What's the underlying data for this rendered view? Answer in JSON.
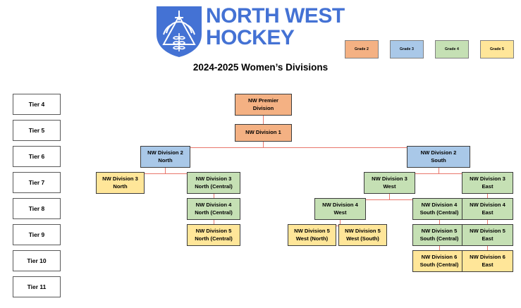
{
  "header": {
    "brand_line1": "NORTH WEST",
    "brand_line2": "HOCKEY",
    "brand_color": "#4472d4",
    "logo_icon": "shield-mountain-wheat-icon",
    "subtitle": "2024-2025 Women’s Divisions"
  },
  "legend": {
    "items": [
      {
        "label": "Grade 2",
        "color": "#f4b183"
      },
      {
        "label": "Grade 3",
        "color": "#a9c8e8"
      },
      {
        "label": "Grade 4",
        "color": "#c5e0b4"
      },
      {
        "label": "Grade 5",
        "color": "#ffe699"
      }
    ]
  },
  "tiers": [
    {
      "label": "Tier 4"
    },
    {
      "label": "Tier 5"
    },
    {
      "label": "Tier 6"
    },
    {
      "label": "Tier 7"
    },
    {
      "label": "Tier 8"
    },
    {
      "label": "Tier 9"
    },
    {
      "label": "Tier 10"
    },
    {
      "label": "Tier 11"
    }
  ],
  "chart_data": {
    "type": "diagram",
    "title": "2024-2025 Women’s Divisions",
    "nodes": [
      {
        "id": "premier",
        "label": "NW Premier Division",
        "line1": "NW Premier",
        "line2": "Division",
        "tier": "Tier 4",
        "grade": "Grade 2",
        "color": "#f4b183"
      },
      {
        "id": "div1",
        "label": "NW Division 1",
        "line1": "NW Division 1",
        "line2": "",
        "tier": "Tier 5",
        "grade": "Grade 2",
        "color": "#f4b183"
      },
      {
        "id": "div2n",
        "label": "NW Division 2 North",
        "line1": "NW Division 2",
        "line2": "North",
        "tier": "Tier 6",
        "grade": "Grade 3",
        "color": "#a9c8e8"
      },
      {
        "id": "div2s",
        "label": "NW Division 2 South",
        "line1": "NW Division 2",
        "line2": "South",
        "tier": "Tier 6",
        "grade": "Grade 3",
        "color": "#a9c8e8"
      },
      {
        "id": "div3n",
        "label": "NW Division 3 North",
        "line1": "NW Division 3",
        "line2": "North",
        "tier": "Tier 7",
        "grade": "Grade 5",
        "color": "#ffe699"
      },
      {
        "id": "div3nc",
        "label": "NW Division 3 North (Central)",
        "line1": "NW Division 3",
        "line2": "North (Central)",
        "tier": "Tier 7",
        "grade": "Grade 4",
        "color": "#c5e0b4"
      },
      {
        "id": "div4nc",
        "label": "NW Division 4 North (Central)",
        "line1": "NW Division 4",
        "line2": "North (Central)",
        "tier": "Tier 8",
        "grade": "Grade 4",
        "color": "#c5e0b4"
      },
      {
        "id": "div5nc",
        "label": "NW Division 5 North (Central)",
        "line1": "NW Division 5",
        "line2": "North (Central)",
        "tier": "Tier 9",
        "grade": "Grade 5",
        "color": "#ffe699"
      },
      {
        "id": "div3w",
        "label": "NW Division 3 West",
        "line1": "NW Division 3",
        "line2": "West",
        "tier": "Tier 7",
        "grade": "Grade 4",
        "color": "#c5e0b4"
      },
      {
        "id": "div3e",
        "label": "NW Division 3 East",
        "line1": "NW Division 3",
        "line2": "East",
        "tier": "Tier 7",
        "grade": "Grade 4",
        "color": "#c5e0b4"
      },
      {
        "id": "div4w",
        "label": "NW Division 4 West",
        "line1": "NW Division 4",
        "line2": "West",
        "tier": "Tier 8",
        "grade": "Grade 4",
        "color": "#c5e0b4"
      },
      {
        "id": "div4sc",
        "label": "NW Division 4 South (Central)",
        "line1": "NW Division 4",
        "line2": "South (Central)",
        "tier": "Tier 8",
        "grade": "Grade 4",
        "color": "#c5e0b4"
      },
      {
        "id": "div4e",
        "label": "NW Division 4 East",
        "line1": "NW Division 4",
        "line2": "East",
        "tier": "Tier 8",
        "grade": "Grade 4",
        "color": "#c5e0b4"
      },
      {
        "id": "div5wn",
        "label": "NW Division 5 West (North)",
        "line1": "NW Division 5",
        "line2": "West (North)",
        "tier": "Tier 9",
        "grade": "Grade 5",
        "color": "#ffe699"
      },
      {
        "id": "div5ws",
        "label": "NW Division 5 West (South)",
        "line1": "NW Division 5",
        "line2": "West (South)",
        "tier": "Tier 9",
        "grade": "Grade 5",
        "color": "#ffe699"
      },
      {
        "id": "div5sc",
        "label": "NW Division 5 South (Central)",
        "line1": "NW Division 5",
        "line2": "South (Central)",
        "tier": "Tier 9",
        "grade": "Grade 4",
        "color": "#c5e0b4"
      },
      {
        "id": "div5e",
        "label": "NW Division 5 East",
        "line1": "NW Division 5",
        "line2": "East",
        "tier": "Tier 9",
        "grade": "Grade 4",
        "color": "#c5e0b4"
      },
      {
        "id": "div6sc",
        "label": "NW Division 6 South (Central)",
        "line1": "NW Division 6",
        "line2": "South (Central)",
        "tier": "Tier 10",
        "grade": "Grade 5",
        "color": "#ffe699"
      },
      {
        "id": "div6e",
        "label": "NW Division 6 East",
        "line1": "NW Division 6",
        "line2": "East",
        "tier": "Tier 10",
        "grade": "Grade 5",
        "color": "#ffe699"
      }
    ],
    "edges": [
      {
        "from": "premier",
        "to": "div1"
      },
      {
        "from": "div1",
        "to": "div2n"
      },
      {
        "from": "div1",
        "to": "div2s"
      },
      {
        "from": "div2n",
        "to": "div3n"
      },
      {
        "from": "div2n",
        "to": "div3nc"
      },
      {
        "from": "div3nc",
        "to": "div4nc"
      },
      {
        "from": "div4nc",
        "to": "div5nc"
      },
      {
        "from": "div2s",
        "to": "div3w"
      },
      {
        "from": "div2s",
        "to": "div3e"
      },
      {
        "from": "div3w",
        "to": "div4w"
      },
      {
        "from": "div3w",
        "to": "div4sc"
      },
      {
        "from": "div4w",
        "to": "div5wn"
      },
      {
        "from": "div4w",
        "to": "div5ws"
      },
      {
        "from": "div4sc",
        "to": "div5sc"
      },
      {
        "from": "div5sc",
        "to": "div6sc"
      },
      {
        "from": "div3e",
        "to": "div4e"
      },
      {
        "from": "div4e",
        "to": "div5e"
      },
      {
        "from": "div5e",
        "to": "div6e"
      }
    ],
    "connector_color": "#e8766b"
  }
}
